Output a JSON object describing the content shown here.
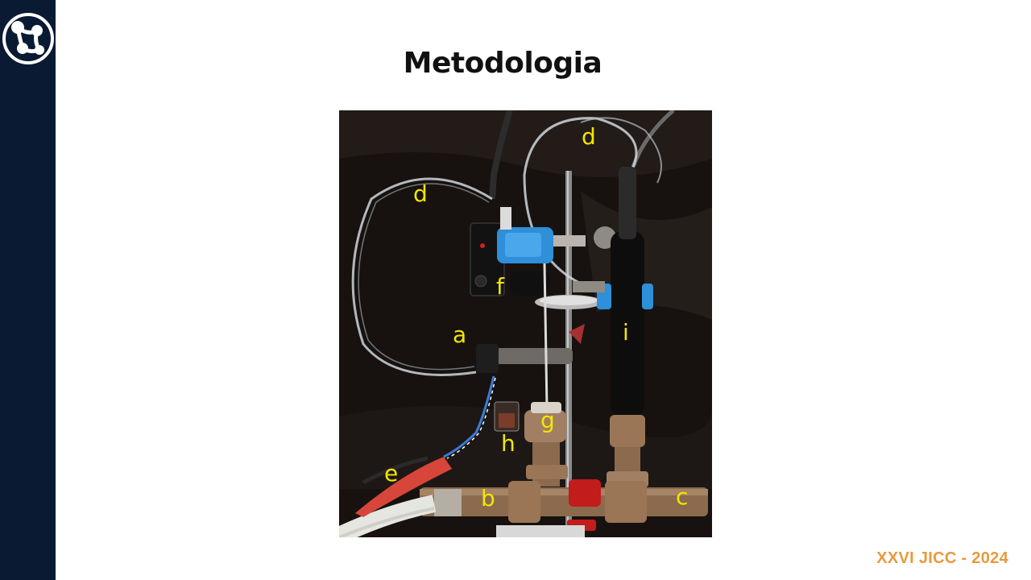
{
  "slide": {
    "title": "Metodologia",
    "footer": "XXVI JICC - 2024"
  },
  "sidebar": {
    "logo_icon": "molecule-logo-icon",
    "background_color": "#0b1a33"
  },
  "photo": {
    "labels": {
      "d_left": "d",
      "d_top": "d",
      "f": "f",
      "a": "a",
      "i": "i",
      "g": "g",
      "h": "h",
      "e": "e",
      "b": "b",
      "c": "c"
    },
    "label_color": "#f2e600"
  }
}
